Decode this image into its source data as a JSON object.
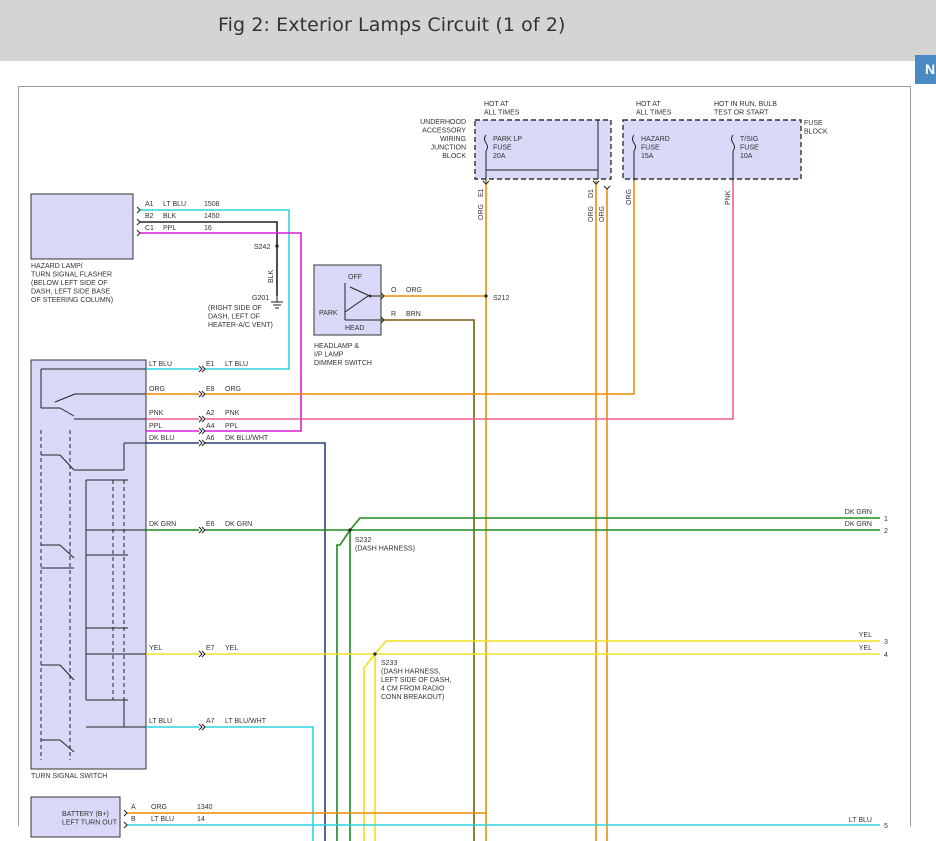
{
  "page": {
    "title": "Fig 2: Exterior Lamps Circuit (1 of 2)",
    "next_label": "N"
  },
  "colors": {
    "lt_blu": "#2fd3e0",
    "blk": "#222222",
    "ppl": "#d81fd8",
    "org": "#f08c00",
    "pnk": "#f06090",
    "brn": "#7a5a10",
    "dk_blu": "#2c3f7a",
    "dk_grn": "#1f8a1f",
    "yel": "#f0e020",
    "component_fill": "#d9d9f7"
  },
  "components": {
    "flasher": [
      "HAZARD LAMP/",
      "TURN SIGNAL FLASHER",
      "(BELOW LEFT SIDE OF",
      "DASH, LEFT SIDE BASE",
      "OF STEERING COLUMN)"
    ],
    "underhood_block": [
      "UNDERHOOD",
      "ACCESSORY",
      "WIRING",
      "JUNCTION",
      "BLOCK"
    ],
    "fuse_block": [
      "FUSE",
      "BLOCK"
    ],
    "headlamp_switch": [
      "HEADLAMP &",
      "I/P LAMP",
      "DIMMER SWITCH"
    ],
    "turn_switch": "TURN SIGNAL SWITCH",
    "battery": [
      "BATTERY (B+)",
      "LEFT TURN OUT"
    ],
    "g201": [
      "G201",
      "(RIGHT SIDE OF",
      "DASH, LEFT OF",
      "HEATER-A/C VENT)"
    ],
    "s232": [
      "S232",
      "(DASH HARNESS)"
    ],
    "s233": [
      "S233",
      "(DASH HARNESS,",
      "LEFT SIDE OF DASH,",
      "4 CM FROM RADIO",
      "CONN BREAKOUT)"
    ]
  },
  "fuses": {
    "park_lp": {
      "header": [
        "HOT AT",
        "ALL TIMES"
      ],
      "lines": [
        "PARK LP",
        "FUSE",
        "20A"
      ]
    },
    "hazard": {
      "header": [
        "HOT AT",
        "ALL TIMES"
      ],
      "lines": [
        "HAZARD",
        "FUSE",
        "15A"
      ]
    },
    "tsig": {
      "header": [
        "HOT IN RUN, BULB",
        "TEST OR START"
      ],
      "lines": [
        "T/SIG",
        "FUSE",
        "10A"
      ]
    }
  },
  "switch_positions": {
    "off": "OFF",
    "park": "PARK",
    "head": "HEAD"
  },
  "flasher_pins": [
    {
      "pin": "A1",
      "color": "LT BLU",
      "circuit": "1508"
    },
    {
      "pin": "B2",
      "color": "BLK",
      "circuit": "1450"
    },
    {
      "pin": "C1",
      "color": "PPL",
      "circuit": "16"
    }
  ],
  "splices": {
    "s242": "S242",
    "s212": "S212"
  },
  "vertical_labels": {
    "blk": "BLK",
    "e1_org": "ORG",
    "e1": "E1",
    "d1": "D1",
    "d1_org_a": "ORG",
    "d1_org_b": "ORG",
    "fuse_org": "ORG",
    "fuse_pnk": "PNK"
  },
  "headlamp_pins": [
    {
      "pin": "O",
      "color": "ORG"
    },
    {
      "pin": "R",
      "color": "BRN"
    }
  ],
  "turn_switch_pins": [
    {
      "left": "LT BLU",
      "pin": "E1",
      "right": "LT BLU"
    },
    {
      "left": "ORG",
      "pin": "E8",
      "right": "ORG"
    },
    {
      "left": "PNK",
      "pin": "A2",
      "right": "PNK"
    },
    {
      "left": "PPL",
      "pin": "A4",
      "right": "PPL"
    },
    {
      "left": "DK BLU",
      "pin": "A6",
      "right": "DK BLU/WHT"
    },
    {
      "left": "DK GRN",
      "pin": "E6",
      "right": "DK GRN"
    },
    {
      "left": "YEL",
      "pin": "E7",
      "right": "YEL"
    },
    {
      "left": "LT BLU",
      "pin": "A7",
      "right": "LT BLU/WHT"
    }
  ],
  "battery_pins": [
    {
      "pin": "A",
      "color": "ORG",
      "circuit": "1340"
    },
    {
      "pin": "B",
      "color": "LT BLU",
      "circuit": "14"
    }
  ],
  "right_outputs": [
    {
      "label": "DK GRN",
      "num": "1"
    },
    {
      "label": "DK GRN",
      "num": "2"
    },
    {
      "label": "YEL",
      "num": "3"
    },
    {
      "label": "YEL",
      "num": "4"
    },
    {
      "label": "LT BLU",
      "num": "5"
    }
  ]
}
